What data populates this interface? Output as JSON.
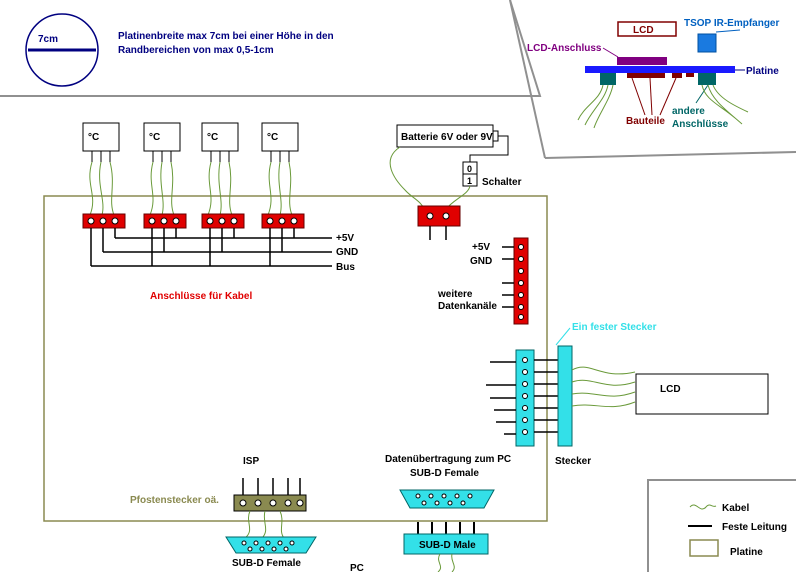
{
  "header": {
    "scale_label": "7cm",
    "note_line1": "Platinenbreite max 7cm bei einer Höhe in den",
    "note_line2": "Randbereichen von max 0,5-1cm"
  },
  "inset": {
    "lcd": "LCD",
    "tsop": "TSOP IR-Empfanger",
    "lcd_anschluss": "LCD-Anschluss",
    "platine": "Platine",
    "andere1": "andere",
    "andere2": "Anschlüsse",
    "bauteile": "Bauteile"
  },
  "sensors": {
    "unit": "°C"
  },
  "rails": {
    "v5": "+5V",
    "gnd": "GND",
    "bus": "Bus"
  },
  "anschluesse": "Anschlüsse für Kabel",
  "battery": "Batterie 6V oder 9V",
  "switch": {
    "off": "0",
    "on": "1",
    "label": "Schalter"
  },
  "right_conn": {
    "v5": "+5V",
    "gnd": "GND",
    "weitere1": "weitere",
    "weitere2": "Datenkanäle"
  },
  "fester_stecker": "Ein fester Stecker",
  "lcd_right": "LCD",
  "stecker": "Stecker",
  "isp": {
    "title": "ISP",
    "pfosten": "Pfostenstecker oä."
  },
  "subd_left": "SUB-D Female",
  "datenuebertragung": "Datenübertragung zum PC",
  "subd_female": "SUB-D Female",
  "subd_male": "SUB-D Male",
  "pc": "PC",
  "legend": {
    "kabel": "Kabel",
    "feste": "Feste Leitung",
    "platine": "Platine"
  },
  "colors": {
    "red": "#e00000",
    "cyan": "#33e0e8",
    "olive_board": "#8a8a50",
    "navy": "#000080",
    "purple": "#800080",
    "brown": "#800000",
    "teal": "#006666",
    "wire": "#6a9a3a"
  }
}
